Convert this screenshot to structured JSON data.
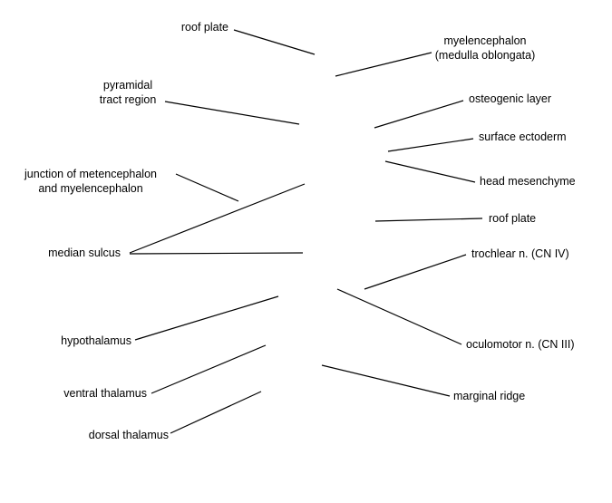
{
  "labels": {
    "roof_plate_top": "roof plate",
    "myelencephalon_1": "myelencephalon",
    "myelencephalon_2": "(medulla oblongata)",
    "pyramidal_1": "pyramidal",
    "pyramidal_2": "tract region",
    "osteogenic_layer": "osteogenic layer",
    "surface_ectoderm": "surface ectoderm",
    "junction_1": "junction of metencephalon",
    "junction_2": "and myelencephalon",
    "head_mesenchyme": "head mesenchyme",
    "roof_plate_right": "roof plate",
    "median_sulcus": "median sulcus",
    "trochlear": "trochlear n. (CN IV)",
    "hypothalamus": "hypothalamus",
    "oculomotor": "oculomotor n. (CN III)",
    "ventral_thalamus": "ventral thalamus",
    "marginal_ridge": "marginal ridge",
    "dorsal_thalamus": "dorsal thalamus"
  },
  "colors": {
    "line": "#000000",
    "text": "#000000",
    "background": "#ffffff"
  }
}
